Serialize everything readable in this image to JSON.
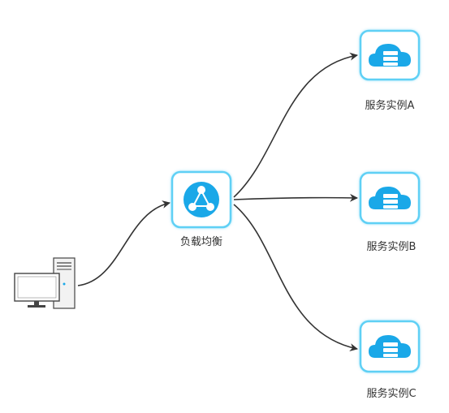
{
  "nodes": {
    "client": {
      "icon": "desktop-computer-icon"
    },
    "load_balancer": {
      "label": "负载均衡",
      "icon": "load-balancer-network-icon"
    },
    "service_a": {
      "label": "服务实例A",
      "icon": "cloud-server-icon"
    },
    "service_b": {
      "label": "服务实例B",
      "icon": "cloud-server-icon"
    },
    "service_c": {
      "label": "服务实例C",
      "icon": "cloud-server-icon"
    }
  },
  "edges": [
    {
      "from": "client",
      "to": "load_balancer"
    },
    {
      "from": "load_balancer",
      "to": "service_a"
    },
    {
      "from": "load_balancer",
      "to": "service_b"
    },
    {
      "from": "load_balancer",
      "to": "service_c"
    }
  ],
  "colors": {
    "icon_blue": "#1aa8e8",
    "icon_border": "#5fd0f5",
    "arrow": "#333333"
  }
}
